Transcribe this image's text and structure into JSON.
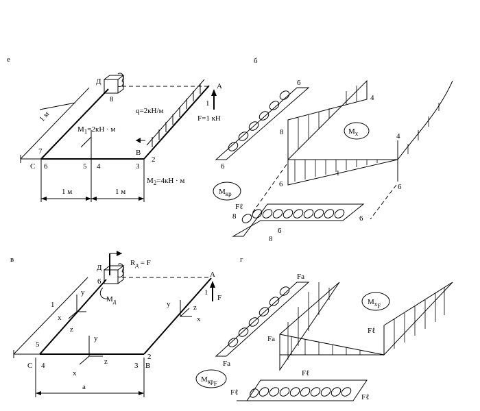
{
  "panel_labels": {
    "a": "е",
    "b": "б",
    "c": "в",
    "d": "г"
  },
  "scheme1": {
    "point_D": "Д",
    "point_A": "A",
    "point_B": "B",
    "point_C": "C",
    "q_label": "q=2кН/м",
    "F_label": "F=1 кН",
    "M1_label": "M",
    "M1_sub": "1",
    "M1_value": "=2кН · м",
    "M2_label": "M",
    "M2_sub": "2",
    "M2_value": "=4кН · м",
    "len_label": "1 м",
    "dim_left": "1 м",
    "dim_right": "1 м",
    "sections": [
      "8",
      "1",
      "2",
      "3",
      "4",
      "5",
      "6",
      "7"
    ]
  },
  "diagram_b": {
    "Mx": "M",
    "Mx_sub": "x",
    "Mkr": "M",
    "Mkr_sub": "кр",
    "Fl": "Fℓ",
    "values": [
      "6",
      "4",
      "8",
      "6",
      "4",
      "1",
      "6",
      "6",
      "8",
      "6",
      "8",
      "6"
    ]
  },
  "scheme2": {
    "point_D": "Д",
    "point_A": "A",
    "point_B": "B",
    "point_C": "C",
    "R_label": "R",
    "R_sub": "д",
    "R_value": " = F",
    "M_label": "M",
    "M_sub": "д",
    "F_label": "F",
    "dim_a": "a",
    "axis_y": "y",
    "axis_z": "z",
    "axis_x": "x",
    "sections": [
      "6",
      "1",
      "5",
      "4",
      "3",
      "2",
      "1"
    ]
  },
  "diagram_d": {
    "Fa_top": "Fa",
    "Fa_mid": "Fa",
    "Fa_bot": "Fa",
    "Mx": "M",
    "Mx_sub": "x",
    "Mx_subsub": "F",
    "Fl_right": "Fℓ",
    "Fl_mid": "Fℓ",
    "Fl_left": "Fℓ",
    "Fl_far": "Fℓ",
    "Mkr": "M",
    "Mkr_sub": "кр",
    "Mkr_subsub": "F"
  }
}
